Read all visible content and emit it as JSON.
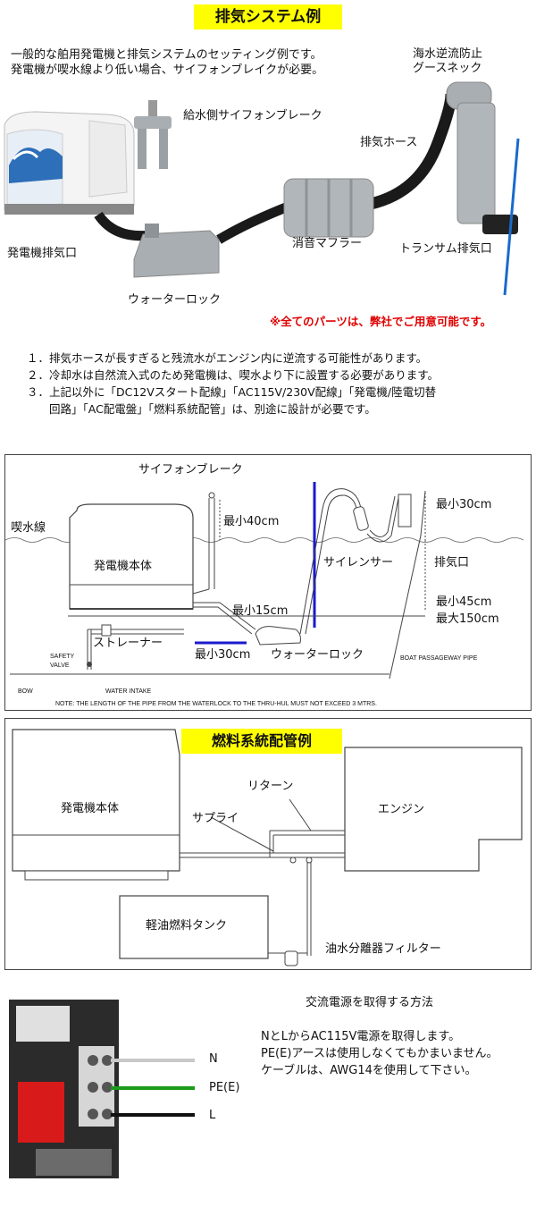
{
  "exhaust": {
    "title": "排気システム例",
    "intro_1": "一般的な舶用発電機と排気システムのセッティング例です。",
    "intro_2": "発電機が喫水線より低い場合、サイフォンブレイクが必要。",
    "label_gooseneck_1": "海水逆流防止",
    "label_gooseneck_2": "グースネック",
    "label_siphon": "給水側サイフォンブレーク",
    "label_hose": "排気ホース",
    "label_generator_exhaust": "発電機排気口",
    "label_muffler": "消音マフラー",
    "label_transom": "トランサム排気口",
    "label_waterlock": "ウォーターロック",
    "parts_note": "※全てのパーツは、弊社でご用意可能です。"
  },
  "notes": [
    "１．排気ホースが長すぎると残流水がエンジン内に逆流する可能性があります。",
    "２．冷却水は自然流入式のため発電機は、喫水より下に設置する必要があります。",
    "３．上記以外に「DC12Vスタート配線」「AC115V/230V配線」「発電機/陸電切替",
    "　　回路」「AC配電盤」「燃料系統配管」は、別途に設計が必要です。"
  ],
  "diagram": {
    "siphon_break": "サイフォンブレーク",
    "waterline": "喫水線",
    "min40": "最小40cm",
    "min30_top": "最小30cm",
    "generator_body": "発電機本体",
    "silencer": "サイレンサー",
    "exhaust_port": "排気口",
    "min15": "最小15cm",
    "min45": "最小45cm",
    "max150": "最大150cm",
    "strainer": "ストレーナー",
    "min30_bottom": "最小30cm",
    "waterlock": "ウォーターロック",
    "safety_1": "SAFETY",
    "safety_2": "VALVE",
    "bow": "BOW",
    "water_intake": "WATER INTAKE",
    "passageway": "BOAT PASSAGEWAY PIPE",
    "footnote": "NOTE: THE LENGTH OF THE PIPE FROM THE WATERLOCK TO THE THRU-HUL MUST NOT EXCEED 3 MTRS."
  },
  "fuel": {
    "title": "燃料系統配管例",
    "generator_body": "発電機本体",
    "return": "リターン",
    "supply": "サプライ",
    "engine": "エンジン",
    "tank": "軽油燃料タンク",
    "filter": "油水分離器フィルター"
  },
  "power": {
    "title": "交流電源を取得する方法",
    "line_1": "NとLからAC115V電源を取得します。",
    "line_2": "PE(E)アースは使用しなくてもかまいません。",
    "line_3": "ケーブルは、AWG14を使用して下さい。",
    "n": "N",
    "pe": "PE(E)",
    "l": "L"
  },
  "colors": {
    "title_bg": "#ffff00",
    "red_note": "#e00000",
    "n_wire": "#c8c8c8",
    "pe_wire": "#1a9a1a",
    "l_wire": "#111111",
    "highlight_blue": "#1a1acc"
  }
}
